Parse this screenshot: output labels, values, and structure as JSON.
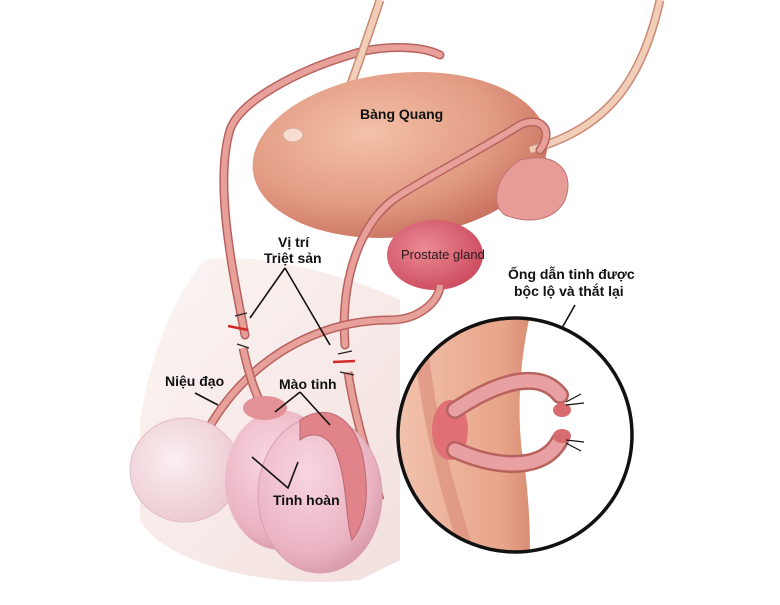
{
  "diagram": {
    "title": "Vasectomy anatomy illustration",
    "labels": {
      "bladder": "Bàng Quang",
      "vasectomy_site_line1": "Vị trí",
      "vasectomy_site_line2": "Triệt sản",
      "prostate": "Prostate gland",
      "inset_line1": "Ống dẫn tinh được",
      "inset_line2": "bộc lộ và thắt lại",
      "urethra": "Niệu đạo",
      "epididymis": "Mào tinh",
      "testes": "Tinh hoàn"
    },
    "colors": {
      "background": "#ffffff",
      "bladder": "#e8a38a",
      "bladder_shadow": "#c9725e",
      "vas_deferens": "#e59a94",
      "vas_outline": "#b8625e",
      "prostate": "#d9596a",
      "testis": "#f2c0cc",
      "testis_shadow": "#d99aab",
      "epididymis": "#e0848a",
      "penis": "#f6e0e2",
      "skin": "#f4e4e1",
      "inset_skin": "#f0b9a0",
      "inset_ring": "#111111",
      "cut_mark": "#d22a2a",
      "text": "#111111"
    }
  }
}
